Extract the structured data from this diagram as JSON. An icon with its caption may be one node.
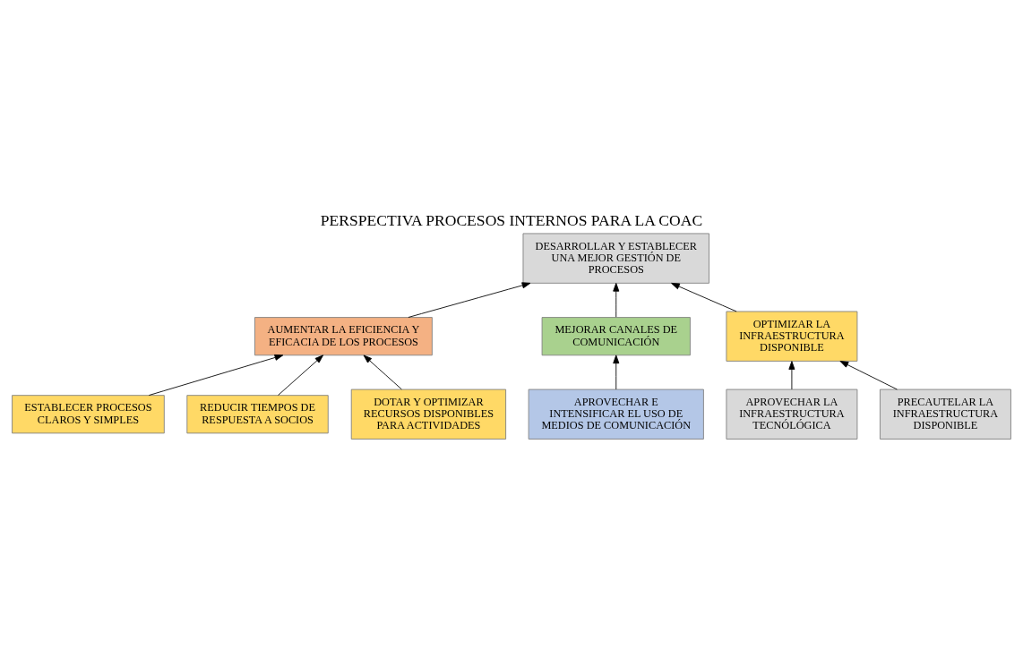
{
  "diagram": {
    "title": "PERSPECTIVA PROCESOS INTERNOS PARA LA COAC",
    "nodes": [
      {
        "text": [
          "DESARROLLAR Y ESTABLECER UNA MEJOR GESTIÓN DE PROCESOS"
        ]
      },
      {
        "text": [
          "AUMENTAR LA EFICIENCIA Y EFICACIA DE LOS PROCESOS"
        ]
      },
      {
        "text": [
          "MEJORAR CANALES DE COMUNICACIÓN"
        ]
      },
      {
        "text": [
          "OPTIMIZAR LA INFRAESTRUCTURA DISPONIBLE"
        ]
      },
      {
        "text": [
          "ESTABLECER PROCESOS CLAROS Y SIMPLES"
        ]
      },
      {
        "text": [
          "REDUCIR TIEMPOS DE RESPUESTA A SOCIOS"
        ]
      },
      {
        "text": [
          "DOTAR Y OPTIMIZAR RECURSOS DISPONIBLES PARA ACTIVIDADES"
        ]
      },
      {
        "text": [
          "APROVECHAR E INTENSIFICAR EL USO DE MEDIOS DE COMUNICACIÓN"
        ]
      },
      {
        "text": [
          "APROVECHAR LA INFRAESTRUCTURA TECNÓLÓGICA"
        ]
      },
      {
        "text": [
          "PRECAUTELAR LA INFRAESTRUCTURA DISPONIBLE"
        ]
      }
    ],
    "edges": [
      {
        "from": 1,
        "to": 0,
        "arrow": "to"
      },
      {
        "from": 2,
        "to": 0,
        "arrow": "to"
      },
      {
        "from": 3,
        "to": 0,
        "arrow": "to"
      },
      {
        "from": 4,
        "to": 1,
        "arrow": "to"
      },
      {
        "from": 5,
        "to": 1,
        "arrow": "to"
      },
      {
        "from": 6,
        "to": 1,
        "arrow": "to"
      },
      {
        "from": 7,
        "to": 2,
        "arrow": "to"
      },
      {
        "from": 8,
        "to": 3,
        "arrow": "to"
      },
      {
        "from": 9,
        "to": 3,
        "arrow": "to"
      }
    ]
  }
}
